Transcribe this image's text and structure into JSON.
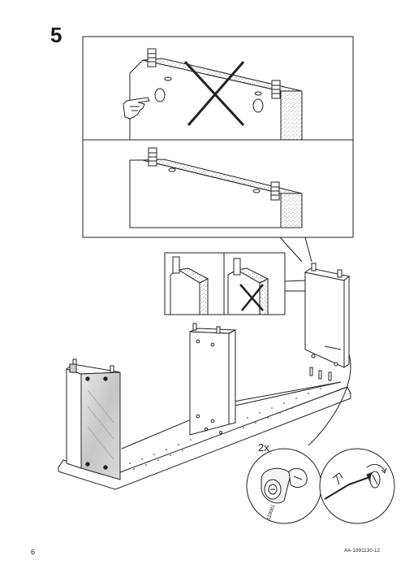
{
  "step": {
    "number": "5"
  },
  "callout": {
    "quantity": "2x",
    "part_code": "119081"
  },
  "footer": {
    "page_number": "6",
    "doc_code": "AA-1991130-12"
  }
}
